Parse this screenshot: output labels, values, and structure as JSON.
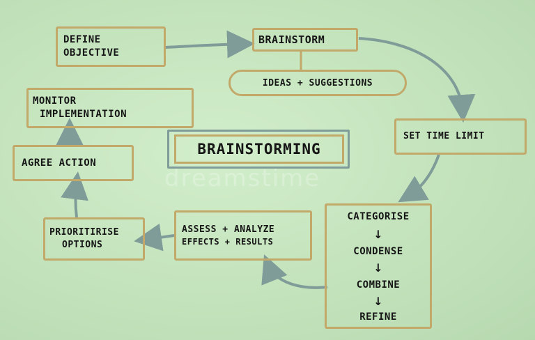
{
  "title": "BRAINSTORMING",
  "watermark": "dreamstime",
  "nodes": {
    "define_objective": [
      "Define",
      "Objective"
    ],
    "brainstorm": "Brainstorm",
    "ideas_suggestions": "Ideas + Suggestions",
    "set_time_limit": "Set Time Limit",
    "categorise_steps": [
      "Categorise",
      "Condense",
      "Combine",
      "Refine"
    ],
    "assess_analyze": [
      "Assess + Analyze",
      "Effects + Results"
    ],
    "prioritise_options": [
      "Prioritirise",
      "Options"
    ],
    "agree_action": "Agree Action",
    "monitor_implementation": [
      "Monitor",
      "Implementation"
    ]
  },
  "colors": {
    "background": "#c6e6c0",
    "box_border": "#c2a96a",
    "arrow": "#7f9c98",
    "text": "#151515"
  }
}
